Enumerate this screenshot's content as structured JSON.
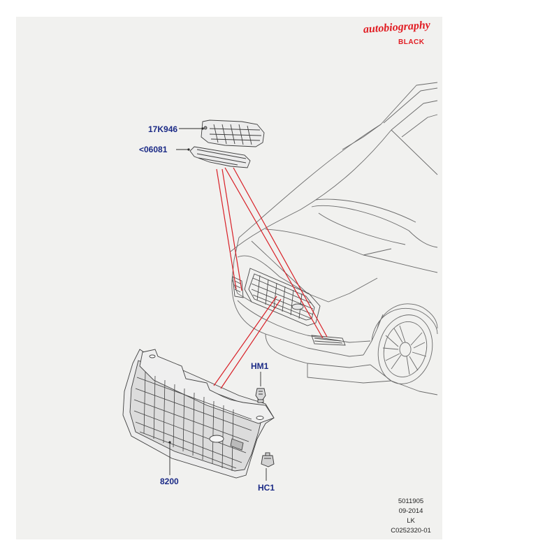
{
  "branding": {
    "title": "autobiography",
    "subtitle": "BLACK",
    "color": "#e11c22"
  },
  "callouts": {
    "part_17k946": "17K946",
    "part_06081": "<06081",
    "part_hm1": "HM1",
    "part_8200": "8200",
    "part_hc1": "HC1",
    "label_color": "#1b2a86"
  },
  "footer": {
    "code": "5011905",
    "date": "09-2014",
    "initials": "LK",
    "reference": "C0252320-01"
  },
  "colors": {
    "sheet_background": "#f1f1ef",
    "line_art": "#555555",
    "leader_lines": "#d81f26"
  }
}
